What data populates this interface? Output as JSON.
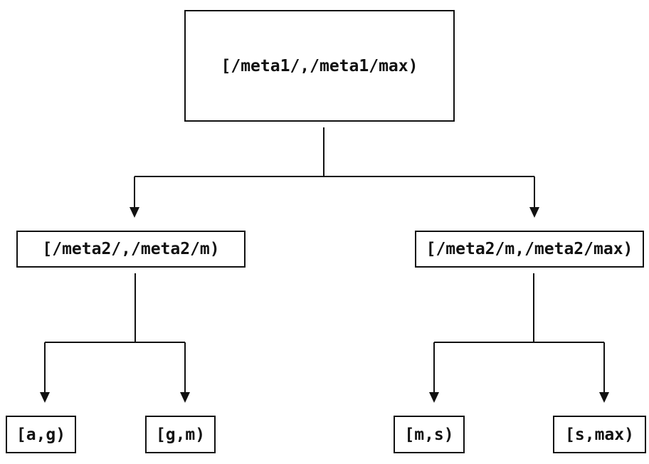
{
  "diagram": {
    "type": "tree",
    "background_color": "#ffffff",
    "line_color": "#111111",
    "text_color": "#111111",
    "nodes": {
      "root": {
        "label": "[/meta1/,/meta1/max)"
      },
      "mid_left": {
        "label": "[/meta2/,/meta2/m)"
      },
      "mid_right": {
        "label": "[/meta2/m,/meta2/max)"
      },
      "leaf_ag": {
        "label": "[a,g)"
      },
      "leaf_gm": {
        "label": "[g,m)"
      },
      "leaf_ms": {
        "label": "[m,s)"
      },
      "leaf_smax": {
        "label": "[s,max)"
      }
    },
    "edges": [
      {
        "from": "root",
        "to": "mid_left"
      },
      {
        "from": "root",
        "to": "mid_right"
      },
      {
        "from": "mid_left",
        "to": "leaf_ag"
      },
      {
        "from": "mid_left",
        "to": "leaf_gm"
      },
      {
        "from": "mid_right",
        "to": "leaf_ms"
      },
      {
        "from": "mid_right",
        "to": "leaf_smax"
      }
    ]
  }
}
